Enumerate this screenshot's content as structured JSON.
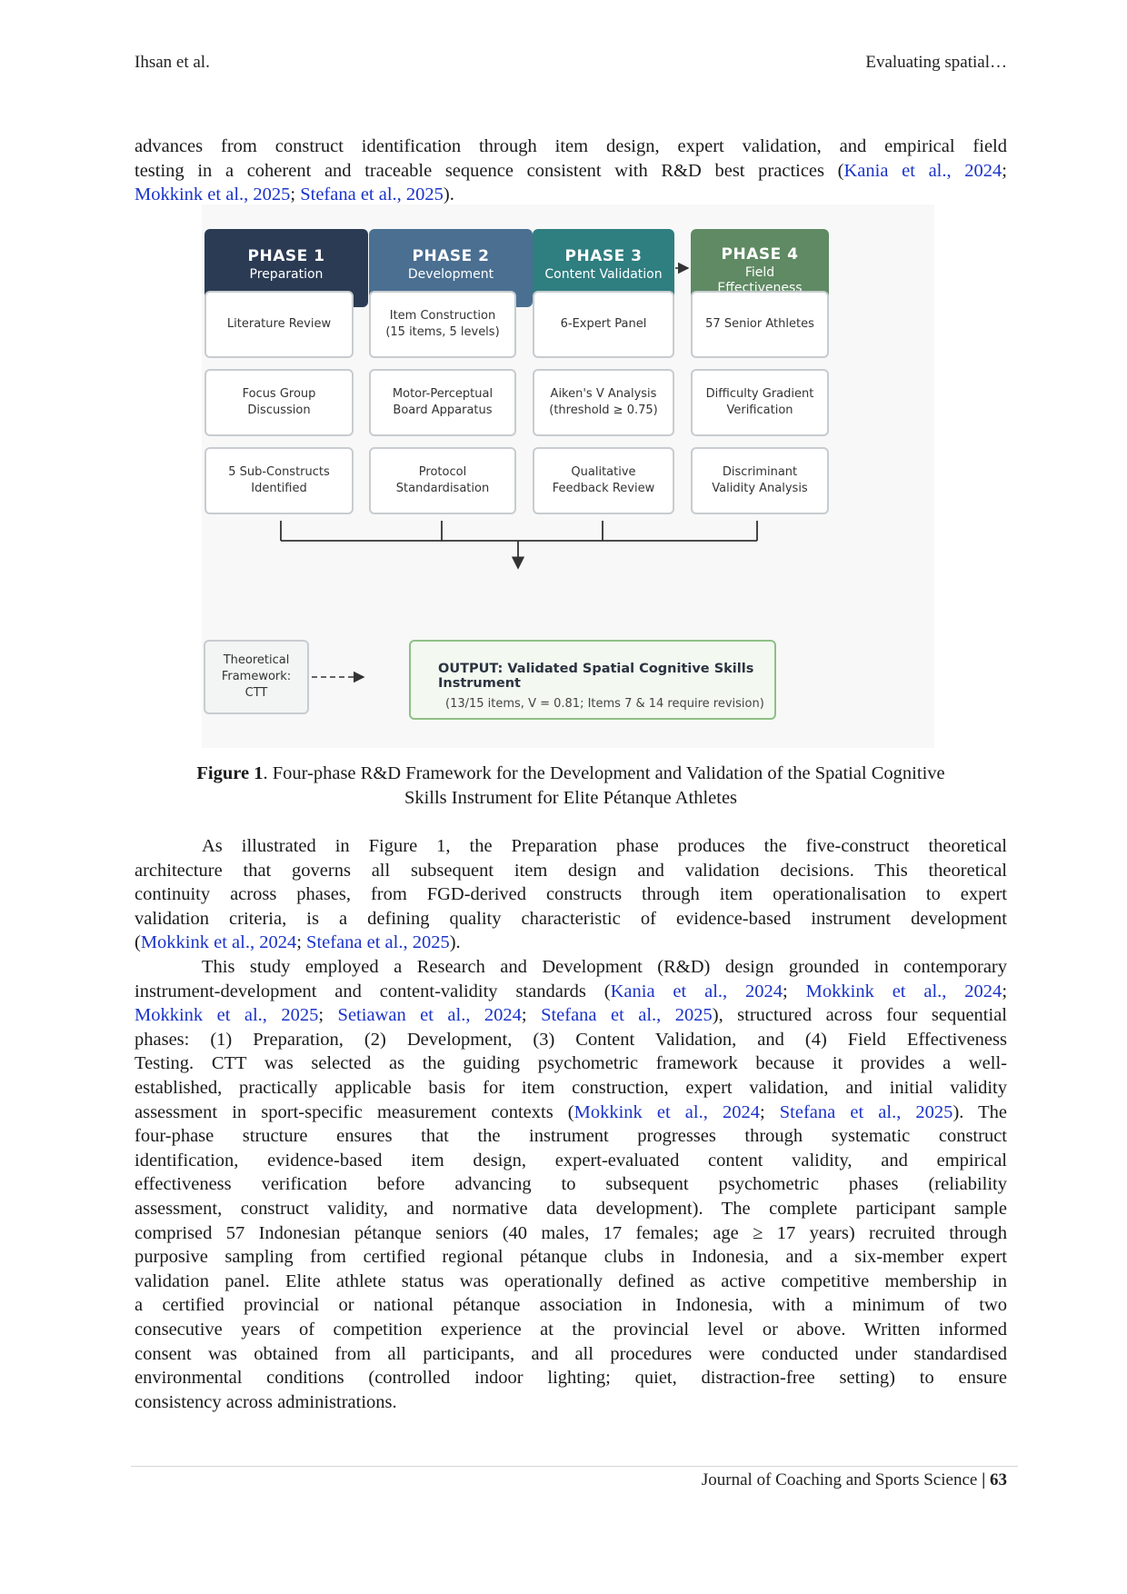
{
  "header": {
    "left": "Ihsan et al.",
    "right": "Evaluating spatial…"
  },
  "intro_paragraph": {
    "line1": "advances from construct identification through item design, expert validation, and empirical field",
    "line2_a": "testing in a coherent and traceable sequence consistent with R&D best practices (",
    "line2_cite": "Kania et al., 2024",
    "line2_b": ";",
    "line3_cite1": "Mokkink et al., 2025",
    "line3_sep": "; ",
    "line3_cite2": "Stefana et al., 2025",
    "line3_end": ")."
  },
  "figure": {
    "phases": [
      {
        "title": "PHASE 1",
        "subtitle": "Preparation",
        "color": "#2b3b54"
      },
      {
        "title": "PHASE 2",
        "subtitle": "Development",
        "color": "#4a6f91"
      },
      {
        "title": "PHASE 3",
        "subtitle": "Content Validation",
        "color": "#2f7e80"
      },
      {
        "title": "PHASE 4",
        "subtitle": "Field Effectiveness Testing",
        "color": "#5f8a63"
      }
    ],
    "steps": [
      [
        "Literature Review",
        "Focus Group Discussion",
        "5 Sub-Constructs\nIdentified"
      ],
      [
        "Item Construction\n(15 items, 5 levels)",
        "Motor-Perceptual\nBoard Apparatus",
        "Protocol\nStandardisation"
      ],
      [
        "6-Expert Panel",
        "Aiken's V Analysis\n(threshold ≥ 0.75)",
        "Qualitative\nFeedback Review"
      ],
      [
        "57 Senior Athletes",
        "Difficulty Gradient\nVerification",
        "Discriminant\nValidity Analysis"
      ]
    ],
    "theory_box": "Theoretical\nFramework:\nCTT",
    "output_label": "OUTPUT:",
    "output_title": "Validated Spatial Cognitive Skills Instrument",
    "output_sub": "(13/15 items, V = 0.81; Items 7 & 14 require revision)"
  },
  "caption": {
    "label": "Figure 1",
    "text_line1": ". Four-phase R&D Framework for the Development and Validation of the Spatial Cognitive",
    "text_line2": "Skills Instrument for Elite Pétanque Athletes"
  },
  "paragraph2": {
    "line1": "As illustrated in Figure 1, the Preparation phase produces the five-construct theoretical",
    "line2": "architecture that governs all subsequent item design and validation decisions. This theoretical",
    "line3": "continuity across phases, from FGD-derived constructs through item operationalisation to expert",
    "line4": "validation criteria, is a defining quality characteristic of evidence-based instrument development",
    "line5_open": "(",
    "line5_cite1": "Mokkink et al., 2024",
    "line5_sep": "; ",
    "line5_cite2": "Stefana et al., 2025",
    "line5_end": ")."
  },
  "paragraph3": {
    "line1": "This study employed a Research and Development (R&D) design grounded in contemporary",
    "line2_a": "instrument-development and content-validity standards (",
    "line2_cite1": "Kania et al., 2024",
    "line2_sep": "; ",
    "line2_cite2": "Mokkink et al., 2024",
    "line2_end": ";",
    "line3_cite1": "Mokkink et al., 2025",
    "line3_sep1": "; ",
    "line3_cite2": "Setiawan et al., 2024",
    "line3_sep2": "; ",
    "line3_cite3": "Stefana et al., 2025",
    "line3_end": "), structured across four sequential",
    "line4": "phases: (1) Preparation, (2) Development, (3) Content Validation, and (4) Field Effectiveness",
    "line5": "Testing. CTT was selected as the guiding psychometric framework because it provides a well-",
    "line6": "established, practically applicable basis for item construction, expert validation, and initial validity",
    "line7_a": "assessment in sport-specific measurement contexts (",
    "line7_cite1": "Mokkink et al., 2024",
    "line7_sep": "; ",
    "line7_cite2": "Stefana et al., 2025",
    "line7_end": "). The",
    "line8": "four-phase structure ensures that the instrument progresses through systematic construct",
    "line9": "identification, evidence-based item design, expert-evaluated content validity, and empirical",
    "line10": "effectiveness verification before advancing to subsequent psychometric phases (reliability",
    "line11": "assessment, construct validity, and normative data development). The complete participant sample",
    "line12": "comprised 57 Indonesian pétanque seniors (40 males, 17 females; age ≥ 17 years) recruited through",
    "line13": "purposive sampling from certified regional pétanque clubs in Indonesia, and a six-member expert",
    "line14": "validation panel. Elite athlete status was operationally defined as active competitive membership in",
    "line15": "a certified provincial or national pétanque association in Indonesia, with a minimum of two",
    "line16": "consecutive years of competition experience at the provincial level or above. Written informed",
    "line17": "consent was obtained from all participants, and all procedures were conducted under standardised",
    "line18": "environmental conditions (controlled indoor lighting; quiet, distraction-free setting) to ensure",
    "line19": "consistency across administrations."
  },
  "footer": {
    "journal": "Journal of Coaching and Sports Science",
    "separator": " | ",
    "page": "63"
  }
}
